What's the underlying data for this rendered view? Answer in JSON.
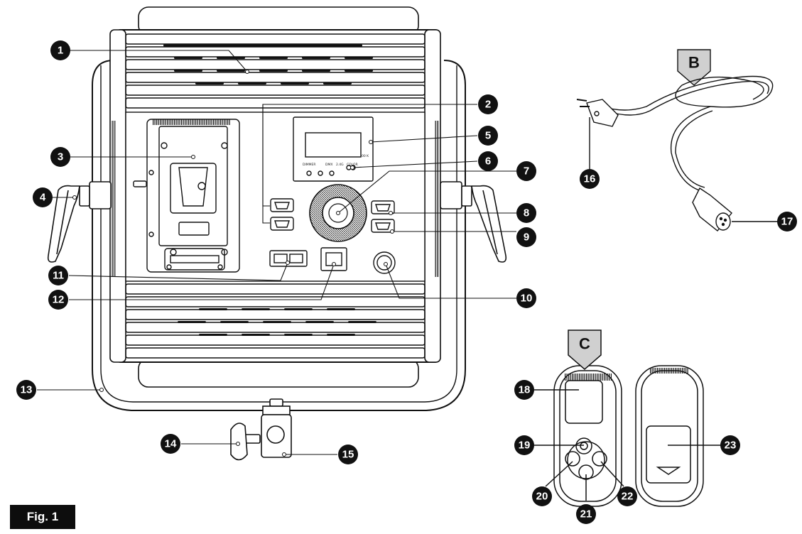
{
  "figure_label": "Fig. 1",
  "section_labels": {
    "b": "B",
    "c": "C"
  },
  "panel_text": {
    "kelvin_unit": "00 K",
    "mode_1": "DIMMER",
    "mode_2": "DMX",
    "mode_3": "2.4G",
    "mode_4": "COLOR"
  },
  "callouts": [
    "1",
    "2",
    "3",
    "4",
    "5",
    "6",
    "7",
    "8",
    "9",
    "10",
    "11",
    "12",
    "13",
    "14",
    "15",
    "16",
    "17",
    "18",
    "19",
    "20",
    "21",
    "22",
    "23"
  ]
}
